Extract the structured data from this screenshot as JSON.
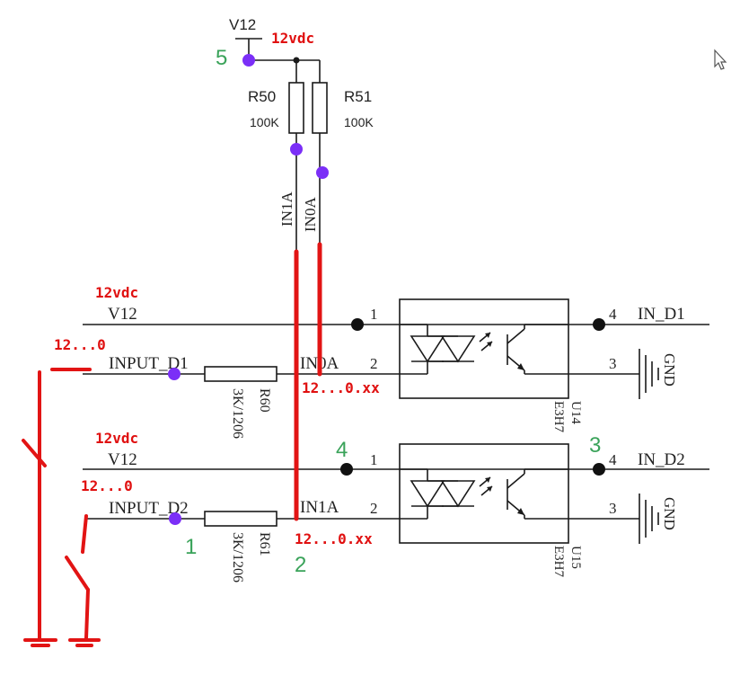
{
  "labels": {
    "v12_top": "V12",
    "vdc_top": "12vdc",
    "r50": "R50",
    "r51": "R51",
    "r50_val": "100K",
    "r51_val": "100K",
    "in1a_v": "IN1A",
    "in0a_v": "IN0A",
    "vdc_1": "12vdc",
    "v12_1": "V12",
    "in_1": "12...0",
    "input_d1": "INPUT_D1",
    "r60": "R60",
    "r60_val": "3K/1206",
    "in0a_h": "IN0A",
    "in0a_range": "12...0.xx",
    "pin1_a": "1",
    "pin2_a": "2",
    "pin4_a": "4",
    "pin3_a": "3",
    "in_d1": "IN_D1",
    "gnd_a": "GND",
    "u14": "U14",
    "e3h7_a": "E3H7",
    "vdc_2": "12vdc",
    "v12_2": "V12",
    "in_2": "12...0",
    "input_d2": "INPUT_D2",
    "r61": "R61",
    "r61_val": "3K/1206",
    "in1a_h": "IN1A",
    "in1a_range": "12...0.xx",
    "pin1_b": "1",
    "pin2_b": "2",
    "pin4_b": "4",
    "pin3_b": "3",
    "in_d2": "IN_D2",
    "gnd_b": "GND",
    "u15": "U15",
    "e3h7_b": "E3H7"
  },
  "markers": {
    "m1": "1",
    "m2": "2",
    "m3": "3",
    "m4": "4",
    "m5": "5"
  },
  "colors": {
    "wire": "#1a1a1a",
    "annotation_red": "#e21414",
    "probe_purple": "#7b2ff7",
    "marker_green": "#3aa35a"
  }
}
